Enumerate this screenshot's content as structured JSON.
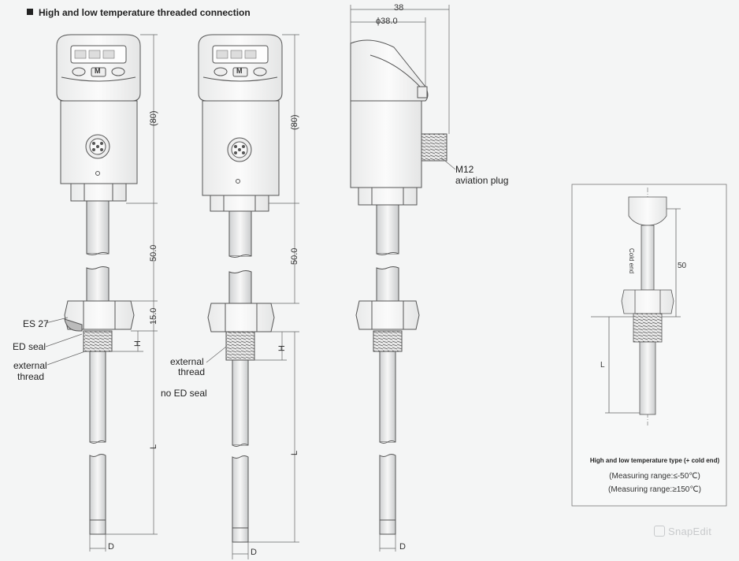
{
  "title": "High and low temperature threaded connection",
  "labels": {
    "es": "ES 27",
    "ed_seal": "ED seal",
    "ext_thread_1a": "external",
    "ext_thread_1b": "thread",
    "ext_thread_2a": "external",
    "ext_thread_2b": "thread",
    "no_ed_seal": "no ED seal",
    "m12_a": "M12",
    "m12_b": "aviation plug"
  },
  "dims": {
    "d38": "38",
    "phi38": "ϕ38.0",
    "h80_1": "(80)",
    "h80_2": "(80)",
    "h50_1": "50.0",
    "h50_2": "50.0",
    "h15": "15.0",
    "H1": "H",
    "H2": "H",
    "L1": "L",
    "L2": "L",
    "D1": "D",
    "D2": "D",
    "D3": "D"
  },
  "buttons": {
    "m": "M"
  },
  "inset": {
    "dim50": "50",
    "dimL": "L",
    "cold_end": "Cold end",
    "caption": "High and low temperature type (+ cold end)",
    "range1": "(Measuring range:≤-50℃)",
    "range2": "(Measuring range:≥150℃)"
  },
  "watermark": "SnapEdit",
  "colors": {
    "line": "#555555",
    "body": "#f2f2f2",
    "background": "#f4f5f5"
  }
}
